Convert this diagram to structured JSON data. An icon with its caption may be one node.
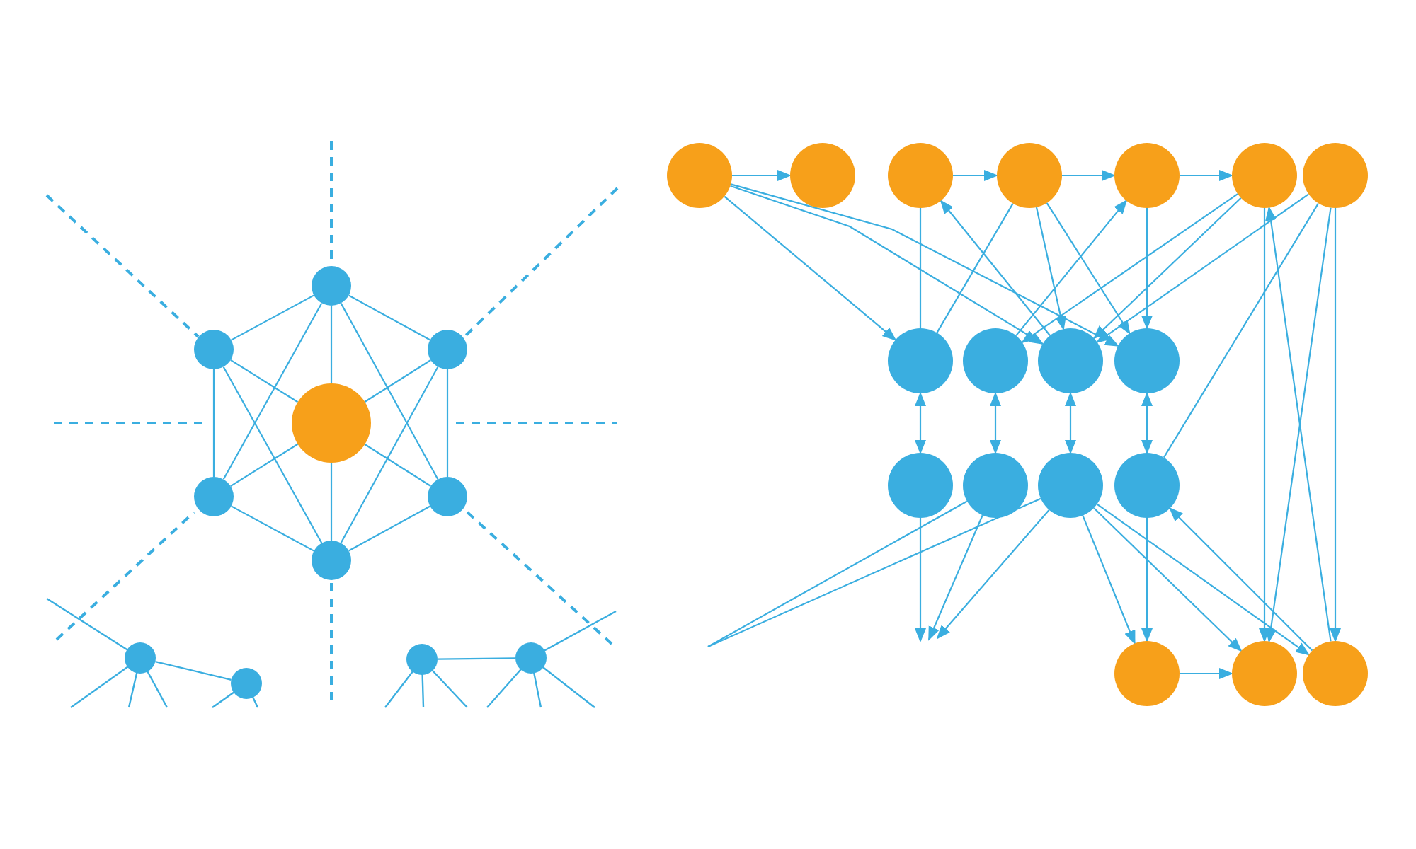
{
  "diagram": {
    "nodes": [
      {
        "text": [],
        "shape": "circle"
      },
      {
        "text": [],
        "shape": "circle"
      },
      {
        "text": [],
        "shape": "circle"
      },
      {
        "text": [],
        "shape": "circle"
      },
      {
        "text": [],
        "shape": "circle"
      },
      {
        "text": [],
        "shape": "circle"
      },
      {
        "text": [],
        "shape": "circle"
      },
      {
        "text": [],
        "shape": "circle"
      },
      {
        "text": [],
        "shape": "circle"
      },
      {
        "text": [],
        "shape": "circle"
      },
      {
        "text": [],
        "shape": "circle"
      },
      {
        "text": [],
        "shape": "circle"
      },
      {
        "text": [],
        "shape": "circle"
      },
      {
        "text": [],
        "shape": "circle"
      },
      {
        "text": [],
        "shape": "circle"
      },
      {
        "text": [],
        "shape": "circle"
      },
      {
        "text": [],
        "shape": "circle"
      },
      {
        "text": [],
        "shape": "circle"
      },
      {
        "text": [],
        "shape": "circle"
      },
      {
        "text": [],
        "shape": "circle"
      },
      {
        "text": [],
        "shape": "circle"
      },
      {
        "text": [],
        "shape": "circle"
      },
      {
        "text": [],
        "shape": "circle"
      },
      {
        "text": [],
        "shape": "circle"
      },
      {
        "text": [],
        "shape": "circle"
      },
      {
        "text": [],
        "shape": "circle"
      },
      {
        "text": [],
        "shape": "circle"
      },
      {
        "text": [],
        "shape": "circle"
      },
      {
        "text": [],
        "shape": "circle"
      }
    ],
    "edges": [
      {
        "from": 0,
        "to": 1,
        "arrow": "none"
      },
      {
        "from": 0,
        "to": 2,
        "arrow": "none"
      },
      {
        "from": 1,
        "to": 4,
        "arrow": "none"
      },
      {
        "from": 2,
        "to": 5,
        "arrow": "none"
      },
      {
        "from": 4,
        "to": 6,
        "arrow": "none"
      },
      {
        "from": 5,
        "to": 6,
        "arrow": "none"
      },
      {
        "from": 0,
        "to": 3,
        "arrow": "none"
      },
      {
        "from": 1,
        "to": 3,
        "arrow": "none"
      },
      {
        "from": 2,
        "to": 3,
        "arrow": "none"
      },
      {
        "from": 4,
        "to": 3,
        "arrow": "none"
      },
      {
        "from": 5,
        "to": 3,
        "arrow": "none"
      },
      {
        "from": 6,
        "to": 3,
        "arrow": "none"
      },
      {
        "from": 0,
        "to": 4,
        "arrow": "none"
      },
      {
        "from": 0,
        "to": 5,
        "arrow": "none"
      },
      {
        "from": 1,
        "to": 6,
        "arrow": "none"
      },
      {
        "from": 2,
        "to": 6,
        "arrow": "none"
      },
      {
        "from": 7,
        "to": 8,
        "arrow": "none"
      },
      {
        "from": 9,
        "to": 10,
        "arrow": "none"
      },
      {
        "from": 11,
        "to": 12,
        "arrow": "to"
      },
      {
        "from": 13,
        "to": 14,
        "arrow": "to"
      },
      {
        "from": 14,
        "to": 15,
        "arrow": "to"
      },
      {
        "from": 15,
        "to": 16,
        "arrow": "to"
      },
      {
        "from": 26,
        "to": 27,
        "arrow": "to"
      },
      {
        "from": 11,
        "to": 18,
        "arrow": "to"
      },
      {
        "from": 11,
        "to": 20,
        "arrow": "to"
      },
      {
        "from": 11,
        "to": 21,
        "arrow": "to"
      },
      {
        "from": 13,
        "to": 18,
        "arrow": "none"
      },
      {
        "from": 20,
        "to": 13,
        "arrow": "to"
      },
      {
        "from": 14,
        "to": 18,
        "arrow": "none"
      },
      {
        "from": 14,
        "to": 21,
        "arrow": "to"
      },
      {
        "from": 14,
        "to": 20,
        "arrow": "to"
      },
      {
        "from": 15,
        "to": 21,
        "arrow": "to"
      },
      {
        "from": 19,
        "to": 15,
        "arrow": "to"
      },
      {
        "from": 16,
        "to": 19,
        "arrow": "to"
      },
      {
        "from": 16,
        "to": 20,
        "arrow": "to"
      },
      {
        "from": 17,
        "to": 20,
        "arrow": "to"
      },
      {
        "from": 25,
        "to": 17,
        "arrow": "none"
      },
      {
        "from": 18,
        "to": 22,
        "arrow": "both"
      },
      {
        "from": 19,
        "to": 23,
        "arrow": "both"
      },
      {
        "from": 20,
        "to": 24,
        "arrow": "both"
      },
      {
        "from": 21,
        "to": 25,
        "arrow": "both"
      },
      {
        "from": 16,
        "to": 27,
        "arrow": "to"
      },
      {
        "from": 17,
        "to": 27,
        "arrow": "to"
      },
      {
        "from": 17,
        "to": 28,
        "arrow": "to"
      },
      {
        "from": 28,
        "to": 16,
        "arrow": "to"
      },
      {
        "from": 22,
        "to": null,
        "arrow": "to"
      },
      {
        "from": 23,
        "to": null,
        "arrow": "to"
      },
      {
        "from": 24,
        "to": null,
        "arrow": "to"
      },
      {
        "from": 23,
        "to": null,
        "arrow": "none"
      },
      {
        "from": 24,
        "to": null,
        "arrow": "none"
      },
      {
        "from": 24,
        "to": 26,
        "arrow": "to"
      },
      {
        "from": 24,
        "to": 27,
        "arrow": "to"
      },
      {
        "from": 24,
        "to": 28,
        "arrow": "to"
      },
      {
        "from": 25,
        "to": 26,
        "arrow": "to"
      },
      {
        "from": 28,
        "to": 25,
        "arrow": "to"
      }
    ]
  }
}
